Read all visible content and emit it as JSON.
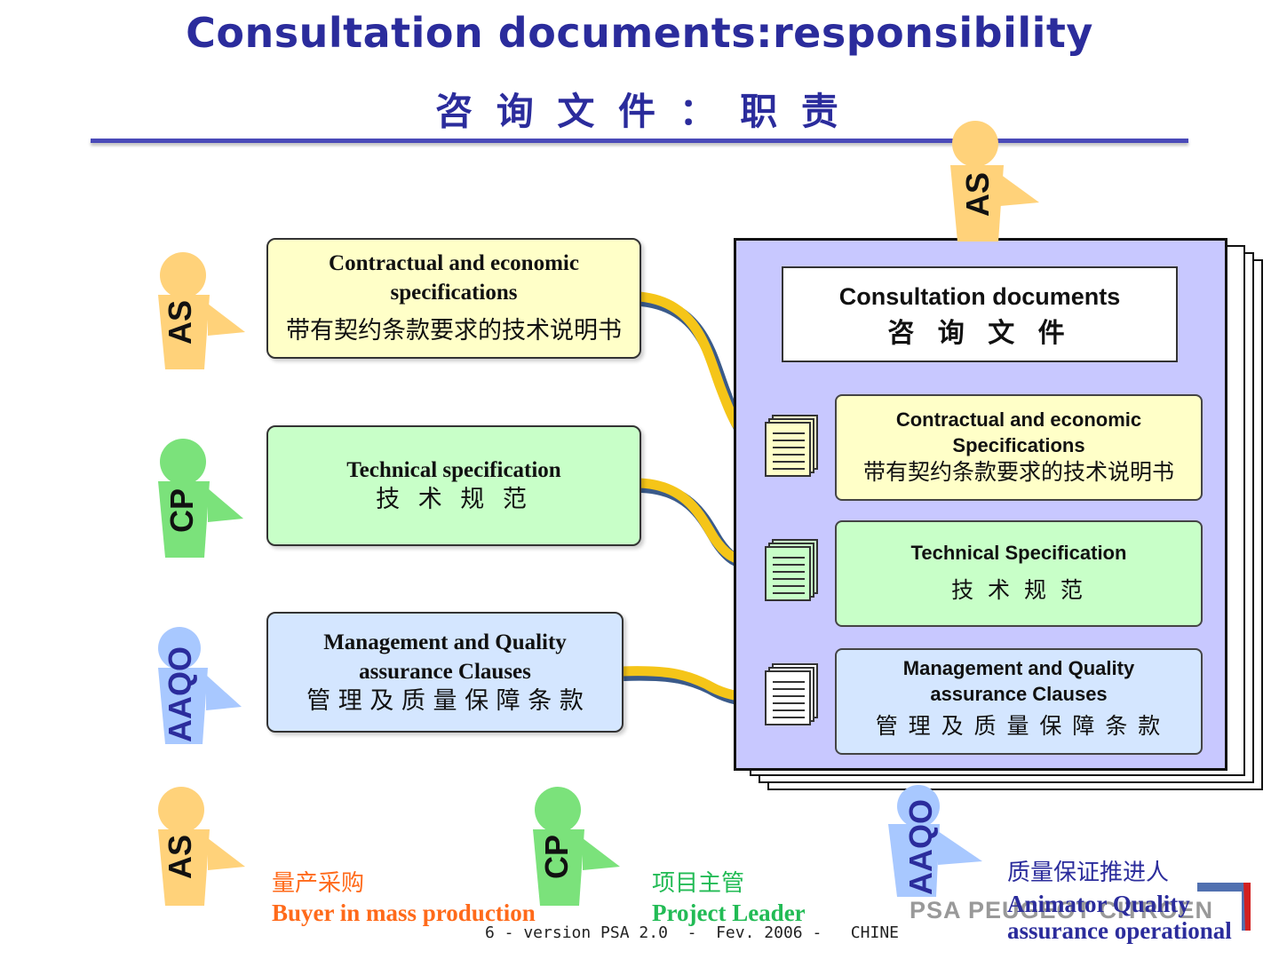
{
  "title": {
    "en": "Consultation documents:responsibility",
    "cn": "咨 询 文 件 ： 职 责"
  },
  "left_specs": [
    {
      "en_line1": "Contractual and economic",
      "en_line2": "specifications",
      "cn": "带有契约条款要求的技术说明书",
      "owner": "AS"
    },
    {
      "en_line1": "Technical specification",
      "en_line2": "",
      "cn": "技 术 规 范",
      "owner": "CP"
    },
    {
      "en_line1": "Management and Quality",
      "en_line2": "assurance Clauses",
      "cn": "管 理 及 质 量 保 障 条 款",
      "owner": "AAQO"
    }
  ],
  "document": {
    "header_en": "Consultation documents",
    "header_cn": "咨 询 文 件",
    "owner": "AS",
    "sections": [
      {
        "en_line1": "Contractual and economic",
        "en_line2": "Specifications",
        "cn": "带有契约条款要求的技术说明书"
      },
      {
        "en_line1": "Technical Specification",
        "en_line2": "",
        "cn": "技 术 规 范"
      },
      {
        "en_line1": "Management and Quality",
        "en_line2": "assurance Clauses",
        "cn": "管 理 及 质 量 保 障 条 款"
      }
    ]
  },
  "legend": [
    {
      "role": "AS",
      "cn": "量产采购",
      "en": "Buyer in mass production",
      "color": "#ff6a1a"
    },
    {
      "role": "CP",
      "cn": "项目主管",
      "en": "Project Leader",
      "color": "#22bb55"
    },
    {
      "role": "AAQO",
      "cn": "质量保证推进人",
      "en_line1": "Animator Quality",
      "en_line2": "assurance operational",
      "color": "#2b2c9c"
    }
  ],
  "colors": {
    "title": "#2b2c9c",
    "as_person": "#ffd27a",
    "cp_person": "#7be27b",
    "aaqo_person": "#a8c8ff",
    "arrow": "#f5c518",
    "doc_bg": "#c8c8ff"
  },
  "footer": "6 - version PSA 2.0  -  Fev. 2006 -   CHINE",
  "logo_text": "PSA PEUGEOT CITROEN"
}
